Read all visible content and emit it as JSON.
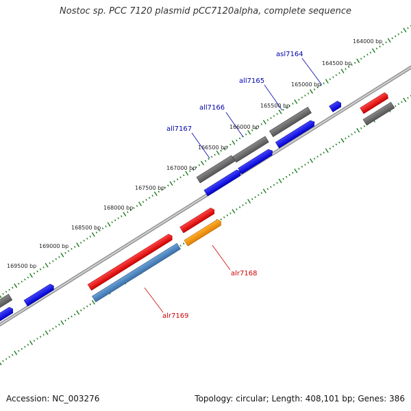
{
  "title": "Nostoc sp. PCC 7120 plasmid pCC7120alpha, complete sequence",
  "footer": {
    "accession": "Accession: NC_003276",
    "summary": "Topology: circular; Length: 408,101 bp; Genes: 386"
  },
  "bp_ticks": [
    "164000 bp",
    "164500 bp",
    "165000 bp",
    "165500 bp",
    "166000 bp",
    "166500 bp",
    "167000 bp",
    "167500 bp",
    "168000 bp",
    "168500 bp",
    "169000 bp",
    "169500 bp"
  ],
  "gene_labels": [
    {
      "name": "asl7164",
      "strand": "minus",
      "color": "#0000aa"
    },
    {
      "name": "all7165",
      "strand": "minus",
      "color": "#0000aa"
    },
    {
      "name": "all7166",
      "strand": "minus",
      "color": "#0000aa"
    },
    {
      "name": "all7167",
      "strand": "minus",
      "color": "#0000aa"
    },
    {
      "name": "alr7168",
      "strand": "plus",
      "color": "#cc0000"
    },
    {
      "name": "alr7169",
      "strand": "plus",
      "color": "#cc0000"
    }
  ],
  "colors": {
    "backbone": "#888888",
    "tick_dots": "#1a7a1a",
    "gene_blue": "#0000ee",
    "gene_red": "#ee0000",
    "gene_gray": "#666666",
    "gene_orange": "#ff9900",
    "gene_steelblue": "#4a86c0"
  }
}
